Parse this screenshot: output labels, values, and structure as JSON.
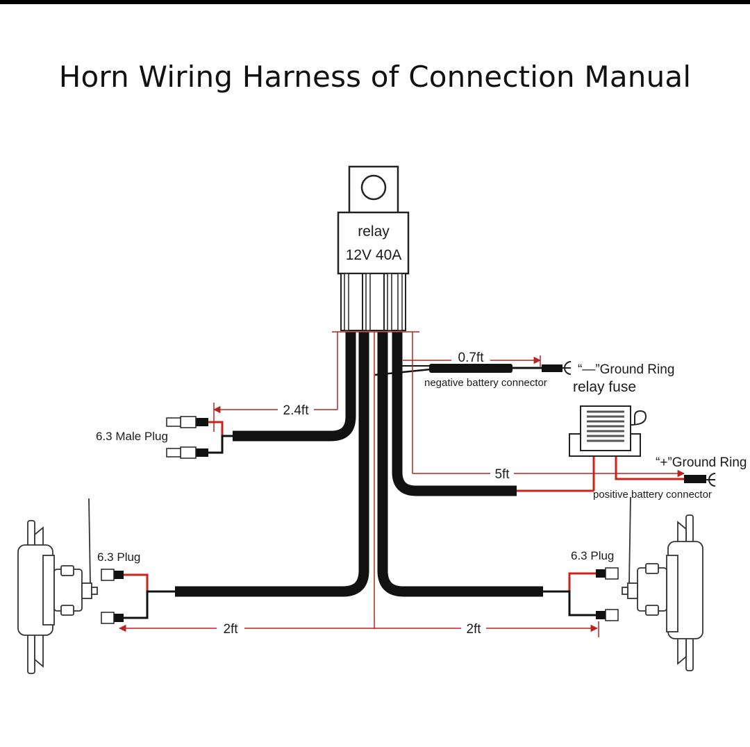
{
  "title": "Horn Wiring Harness of Connection Manual",
  "relay": {
    "line1": "relay",
    "line2": "12V 40A"
  },
  "labels": {
    "male_plug": "6.3 Male Plug",
    "negative_connector": "negative battery connector",
    "ground_ring_negative": "“—”Ground Ring",
    "relay_fuse": "relay fuse",
    "ground_ring_positive": "“+”Ground Ring",
    "positive_connector": "positive battery connector",
    "plug_left": "6.3 Plug",
    "plug_right": "6.3 Plug"
  },
  "dimensions": {
    "male_plug_length": "2.4ft",
    "negative_length": "0.7ft",
    "positive_length": "5ft",
    "left_horn_length": "2ft",
    "right_horn_length": "2ft"
  },
  "colors": {
    "cable": "#111111",
    "red_wire": "#c8231e",
    "dimension_line": "#b8241f",
    "outline": "#222222"
  }
}
